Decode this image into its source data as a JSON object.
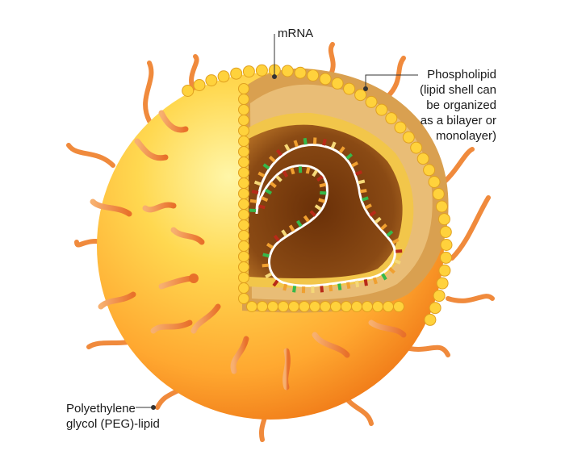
{
  "labels": {
    "mrna": "mRNA",
    "phospholipid": {
      "lines": [
        "Phospholipid",
        "(lipid shell can",
        "be organized",
        "as a bilayer or",
        "monolayer)"
      ]
    },
    "peg_lipid": {
      "lines": [
        "Polyethylene",
        "glycol (PEG)-lipid"
      ]
    }
  },
  "colors": {
    "sphere_light": "#fff6a8",
    "sphere_mid": "#ffc83c",
    "sphere_dark": "#f07a18",
    "peg_tail": "#f08a3c",
    "lipid_head": "#ffd23c",
    "lipid_tail": "#e8b86a",
    "cavity": "#7a3f10",
    "mrna_strand": "#ffffff",
    "base_green": "#36b84a",
    "base_orange": "#f0a030",
    "base_red": "#b82a18",
    "base_yellow": "#f5d878"
  }
}
